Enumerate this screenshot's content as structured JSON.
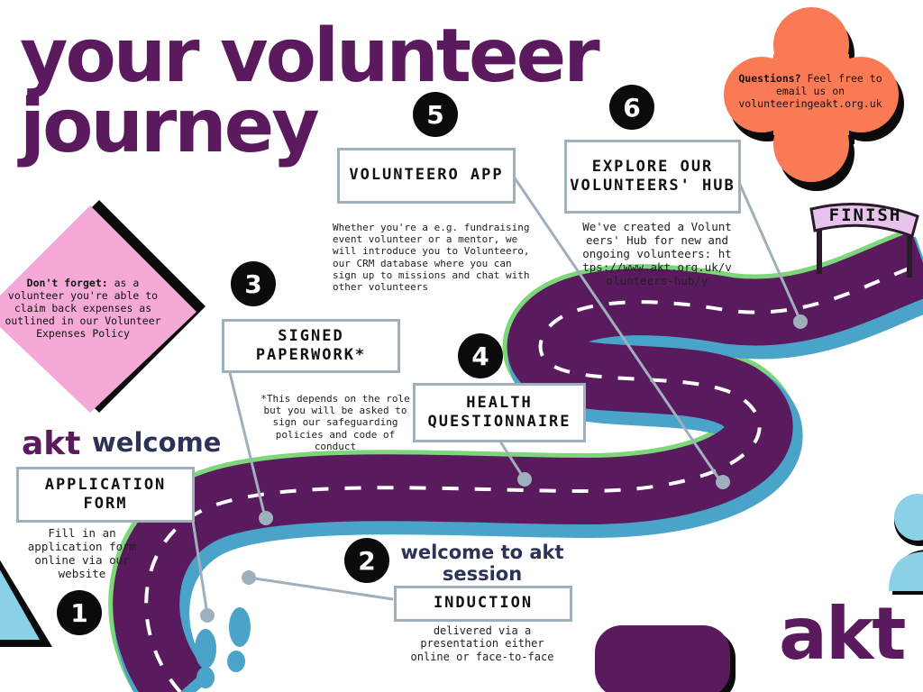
{
  "title": {
    "line1": "your volunteer",
    "line2": "journey"
  },
  "steps": [
    {
      "number": "1",
      "label": "APPLICATION FORM",
      "description": "Fill in an application form online via our website"
    },
    {
      "number": "2",
      "label": "INDUCTION",
      "heading": "welcome to akt session",
      "description": "delivered via a presentation either online or face-to-face"
    },
    {
      "number": "3",
      "label": "SIGNED PAPERWORK*",
      "description": "*This depends on the role but you will be asked to sign our safeguarding policies and code of conduct"
    },
    {
      "number": "4",
      "label": "HEALTH QUESTIONNAIRE"
    },
    {
      "number": "5",
      "label": "VOLUNTEERO APP",
      "description": "Whether you're a e.g. fundraising event volunteer or a mentor, we will introduce you to Volunteero, our CRM database where you can sign up to missions and chat with other volunteers"
    },
    {
      "number": "6",
      "label": "EXPLORE OUR VOLUNTEERS' HUB",
      "description": "We've created a Volunteers' Hub for new and ongoing volunteers: https://www.akt.org.uk/volunteers-hub/y"
    }
  ],
  "welcome": {
    "logo": "akt",
    "text": "welcome"
  },
  "reminder": {
    "bold": "Don't forget:",
    "text": " as a volunteer you're able to claim back expenses as outlined in our Volunteer Expenses Policy"
  },
  "questions": {
    "bold": "Questions?",
    "text": " Feel free to email us on volunteeringeakt.org.uk"
  },
  "finish": "FINISH",
  "logo": "akt",
  "colors": {
    "purple": "#5b1a5e",
    "navy": "#2d3357",
    "road": "#5a1a5e",
    "road_edge_green": "#7ed67a",
    "road_edge_blue": "#4aa3c8",
    "box_border": "#9fb0bd",
    "pink": "#f4a9d6",
    "coral": "#fb7a56",
    "light_blue": "#8ad0e6",
    "footprint": "#4aa3c8"
  }
}
